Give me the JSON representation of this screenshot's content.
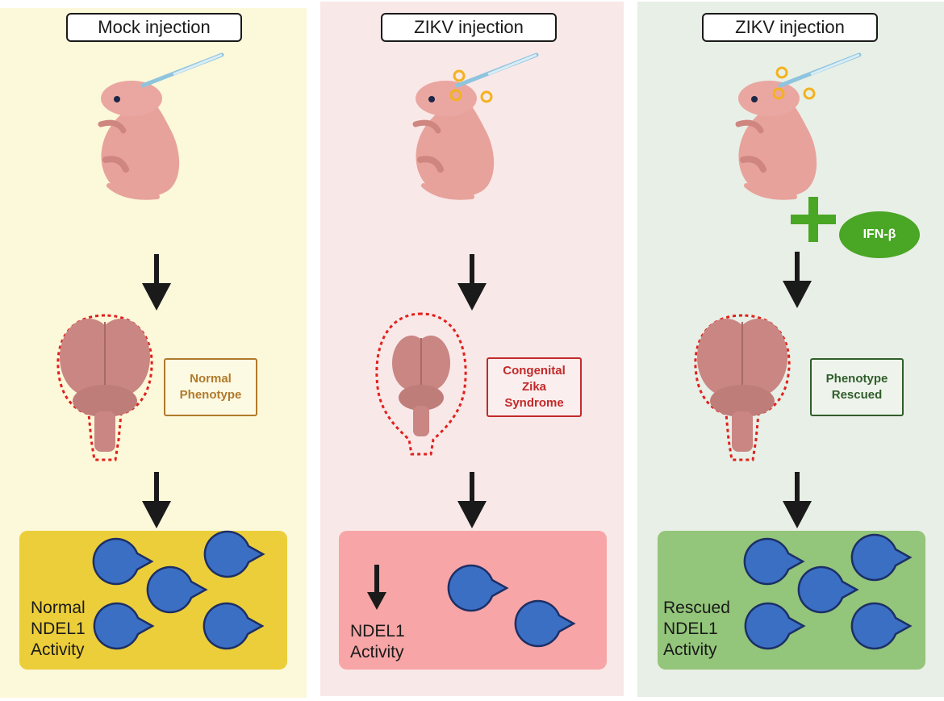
{
  "panels": [
    {
      "title": "Mock injection",
      "phenotype": "Normal\nPhenotype",
      "phenotype_color": "#b07a2c",
      "activity": "Normal\nNDEL1\nActivity",
      "background": "#fcf8da",
      "result_color": "#ecce3a"
    },
    {
      "title": "ZIKV injection",
      "phenotype": "Congenital\nZika\nSyndrome",
      "phenotype_color": "#c22a2a",
      "activity": "NDEL1\nActivity",
      "background": "#f9e8e8",
      "result_color": "#f7a5a6"
    },
    {
      "title": "ZIKV injection",
      "phenotype": "Phenotype\nRescued",
      "phenotype_color": "#2f5e2a",
      "activity": "Rescued\nNDEL1\nActivity",
      "background": "#e8efe6",
      "result_color": "#93c57a"
    }
  ],
  "treatment": {
    "label": "IFN-β",
    "color": "#4aa625"
  },
  "colors": {
    "brain_outline": "#e0211d",
    "enzyme": "#3b6fc4",
    "virus": "#f3b21f",
    "arrow": "#1a1a1a"
  },
  "icons": [
    "mouse-pup-icon",
    "syringe-icon",
    "virus-icon",
    "brain-icon",
    "enzyme-icon",
    "down-arrow-icon",
    "plus-icon"
  ]
}
